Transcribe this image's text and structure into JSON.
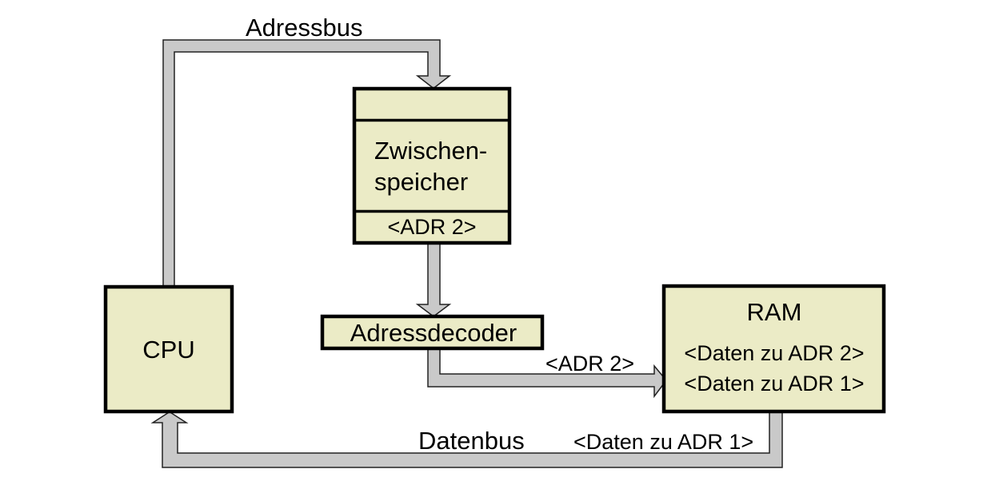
{
  "colors": {
    "background": "#ffffff",
    "text": "#000000",
    "box_fill": "#ebebc6",
    "box_border": "#000000",
    "bus_fill": "#c9c9c9",
    "bus_outline": "#222222"
  },
  "bus_labels": {
    "adressbus": "Adressbus",
    "datenbus": "Datenbus",
    "adr2": "<ADR 2>",
    "daten_zu_adr1": "<Daten zu ADR 1>"
  },
  "boxes": {
    "zwischenspeicher": {
      "name_line1": "Zwischen-",
      "name_line2": "speicher",
      "address_slot": "<ADR 2>"
    },
    "cpu": {
      "label": "CPU"
    },
    "adressdecoder": {
      "label": "Adressdecoder"
    },
    "ram": {
      "label": "RAM",
      "data_row1": "<Daten zu ADR 2>",
      "data_row2": "<Daten zu ADR 1>"
    }
  }
}
